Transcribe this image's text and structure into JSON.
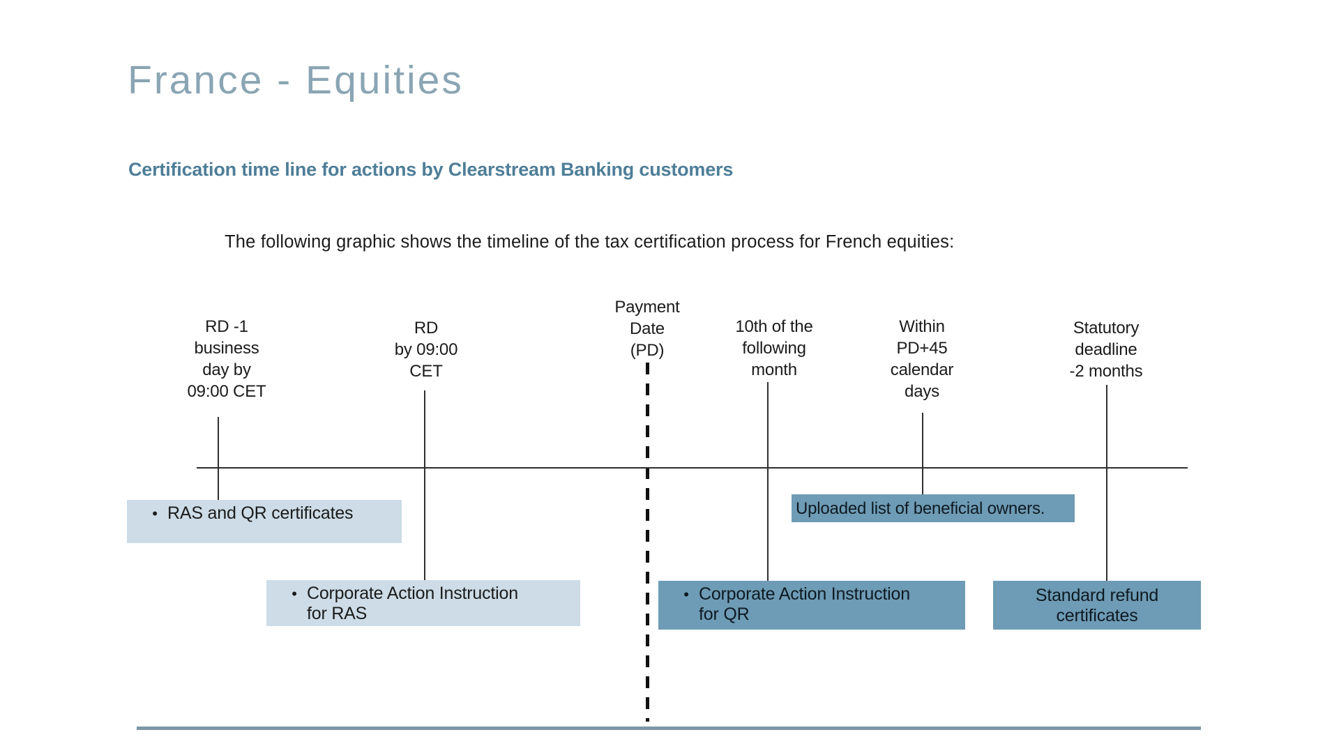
{
  "page": {
    "title": "France - Equities",
    "heading": "Certification time line for actions by Clearstream Banking customers",
    "intro": "The following graphic shows the timeline of the tax certification process for French equities:"
  },
  "timeline": {
    "bullet_glyph": "•",
    "milestones": [
      {
        "lines": [
          "RD -1",
          "business",
          "day by",
          "09:00 CET"
        ]
      },
      {
        "lines": [
          "RD",
          "by 09:00",
          "CET"
        ]
      },
      {
        "lines": [
          "Payment",
          "Date",
          "(PD)"
        ]
      },
      {
        "lines": [
          "10th of the",
          "following",
          "month"
        ]
      },
      {
        "lines": [
          "Within",
          "PD+45",
          "calendar",
          "days"
        ]
      },
      {
        "lines": [
          "Statutory",
          "deadline",
          "-2 months"
        ]
      }
    ],
    "events": [
      {
        "bulleted": true,
        "lines": [
          "RAS and QR certificates"
        ]
      },
      {
        "bulleted": true,
        "lines": [
          "Corporate Action Instruction",
          "for RAS"
        ]
      },
      {
        "bulleted": false,
        "lines": [
          "Uploaded list of beneficial owners."
        ]
      },
      {
        "bulleted": true,
        "lines": [
          "Corporate Action Instruction",
          "for QR"
        ]
      },
      {
        "bulleted": false,
        "lines": [
          "Standard refund",
          "certificates"
        ]
      }
    ]
  },
  "colors": {
    "title": "#8AA5B3",
    "subtitle": "#4E7E98",
    "box_light": "#CDDCE6",
    "box_dark": "#6E9BB5",
    "rule": "#7D97A6",
    "line": "#2E2E2E",
    "text": "#1B1B1B",
    "box_dark_text": "#0E1A22"
  }
}
